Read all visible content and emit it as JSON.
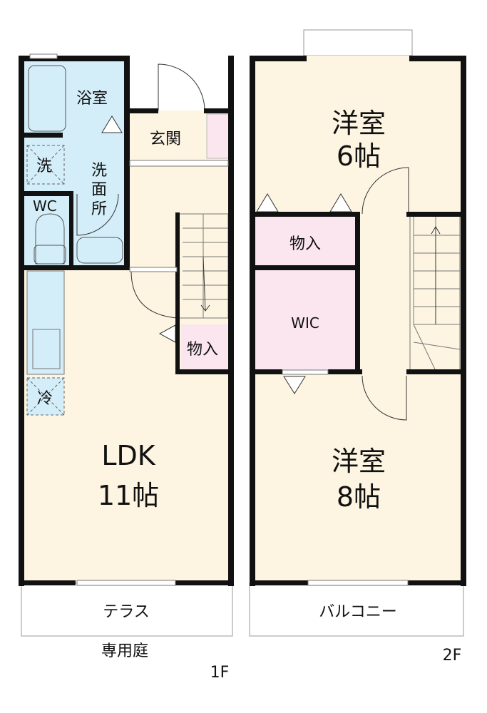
{
  "colors": {
    "wet_area": "#d4eef9",
    "room": "#fdf5e2",
    "storage": "#fbe5ee",
    "wall": "#111111"
  },
  "floor1": {
    "label": "1F",
    "bath": "浴室",
    "entrance": "玄関",
    "washer": "洗",
    "washroom": [
      "洗",
      "面",
      "所"
    ],
    "wc": "WC",
    "storage": "物入",
    "fridge": "冷",
    "ldk_name": "LDK",
    "ldk_size": "11帖",
    "terrace": "テラス",
    "garden": "専用庭"
  },
  "floor2": {
    "label": "2F",
    "room6_name": "洋室",
    "room6_size": "6帖",
    "storage": "物入",
    "wic": "WIC",
    "room8_name": "洋室",
    "room8_size": "8帖",
    "balcony": "バルコニー"
  }
}
